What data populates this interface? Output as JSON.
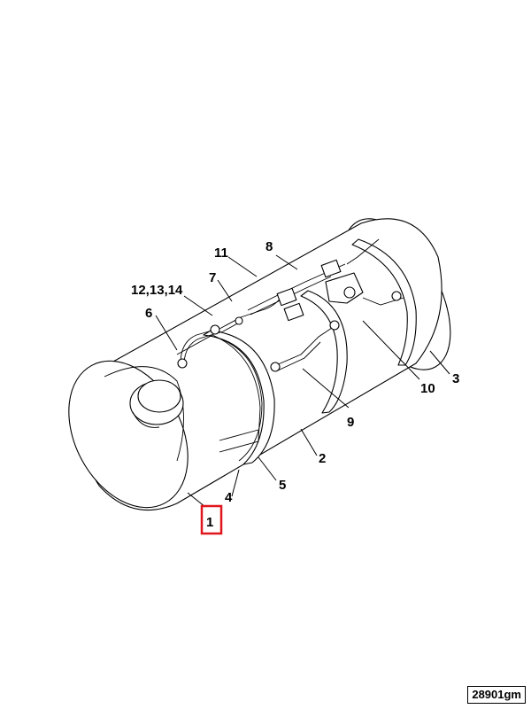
{
  "callouts": [
    {
      "id": "c1",
      "label": "1",
      "highlighted": true
    },
    {
      "id": "c2",
      "label": "2"
    },
    {
      "id": "c3",
      "label": "3"
    },
    {
      "id": "c4",
      "label": "4"
    },
    {
      "id": "c5",
      "label": "5"
    },
    {
      "id": "c6",
      "label": "6"
    },
    {
      "id": "c7",
      "label": "7"
    },
    {
      "id": "c8",
      "label": "8"
    },
    {
      "id": "c9",
      "label": "9"
    },
    {
      "id": "c10",
      "label": "10"
    },
    {
      "id": "c11",
      "label": "11"
    },
    {
      "id": "c12",
      "label": "12,13,14"
    }
  ],
  "figure_ref": "28901gm",
  "colors": {
    "highlight": "#e0161d",
    "line": "#000000",
    "background": "#ffffff"
  }
}
